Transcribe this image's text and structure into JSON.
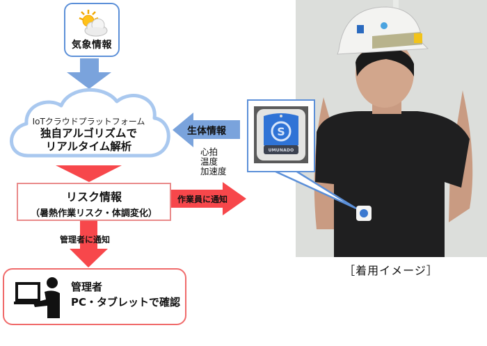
{
  "weather": {
    "icon": "sun-behind-cloud-icon",
    "label": "気象情報"
  },
  "cloud": {
    "platform": "IoTクラウドプラットフォーム",
    "line1": "独自アルゴリズムで",
    "line2": "リアルタイム解析"
  },
  "biometric": {
    "label": "生体情報",
    "items": [
      "心拍",
      "温度",
      "加速度"
    ]
  },
  "risk": {
    "title": "リスク情報",
    "detail": "（暑熱作業リスク・体調変化）"
  },
  "notifications": {
    "worker": "作業員に通知",
    "manager": "管理者に通知"
  },
  "admin": {
    "icon": "person-at-laptop-icon",
    "line1": "管理者",
    "line2": "PC・タブレットで確認"
  },
  "photo": {
    "caption": "［着用イメージ］",
    "device_logo_text": "UMUNADO"
  },
  "colors": {
    "blue_arrow": "#7aa3dc",
    "blue_border": "#5b8fd8",
    "cloud_stroke": "#a9c8ef",
    "red_arrow": "#f7474b",
    "risk_border": "#e98a8a",
    "admin_border": "#f06a6a"
  }
}
